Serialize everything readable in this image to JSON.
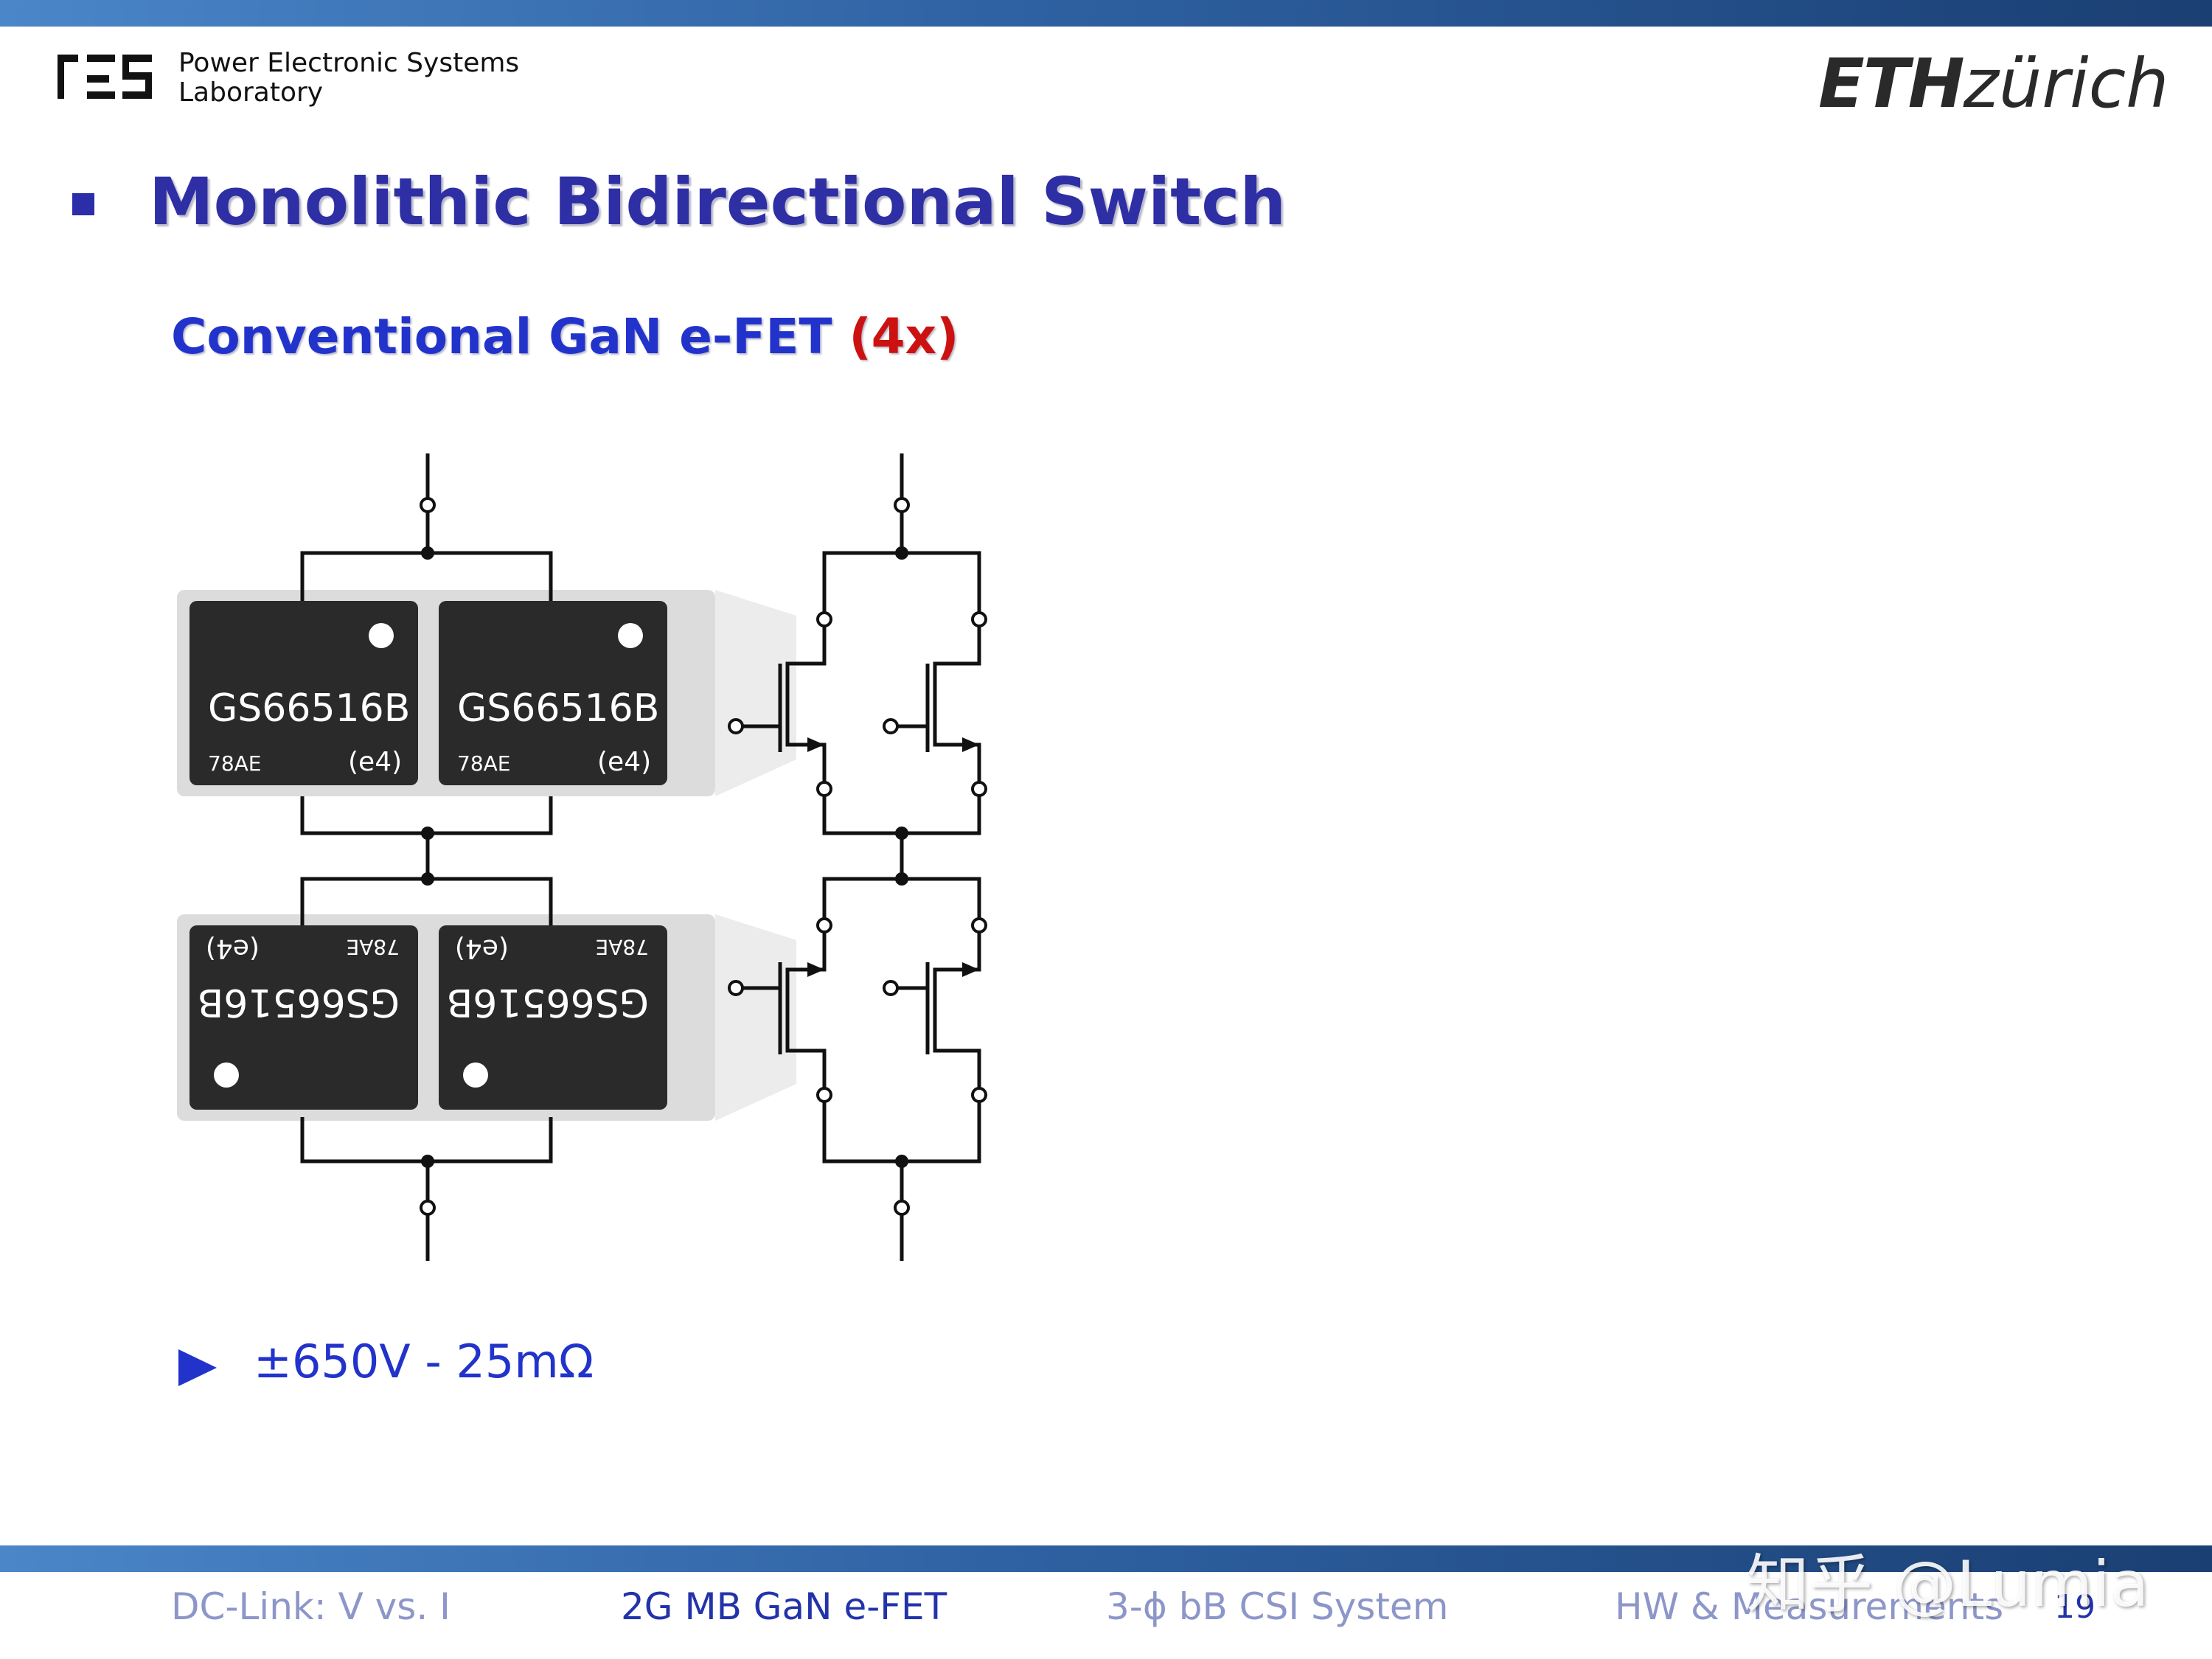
{
  "header": {
    "lab_name_line1": "Power Electronic Systems",
    "lab_name_line2": "Laboratory",
    "university_logo_part1": "ETH",
    "university_logo_part2": "zürich"
  },
  "slide": {
    "title": "Monolithic Bidirectional Switch",
    "subtitle": "Conventional GaN e-FET",
    "subtitle_accent": "(4x)",
    "spec": "±650V - 25mΩ"
  },
  "figure": {
    "chip_part_number": "GS66516B",
    "chip_lot_code": "78AE",
    "chip_rohs_mark": "(e4)"
  },
  "footer": {
    "nav": [
      "DC-Link: V vs. I",
      "2G MB GaN e-FET",
      "3-ϕ bB CSI System",
      "HW & Measurements"
    ],
    "active_index": 1,
    "page_number": "19"
  },
  "watermark": "知乎 @Lumia",
  "colors": {
    "title": "#2e2fa4",
    "subtitle": "#2233cc",
    "accent_red": "#cc1111",
    "nav_inactive": "#8c96c8",
    "nav_active": "#2233aa",
    "bar_blue": "#2f62a3"
  },
  "icons": [
    "pes-logo-icon",
    "bullet-square-icon",
    "arrow-bullet-icon"
  ]
}
